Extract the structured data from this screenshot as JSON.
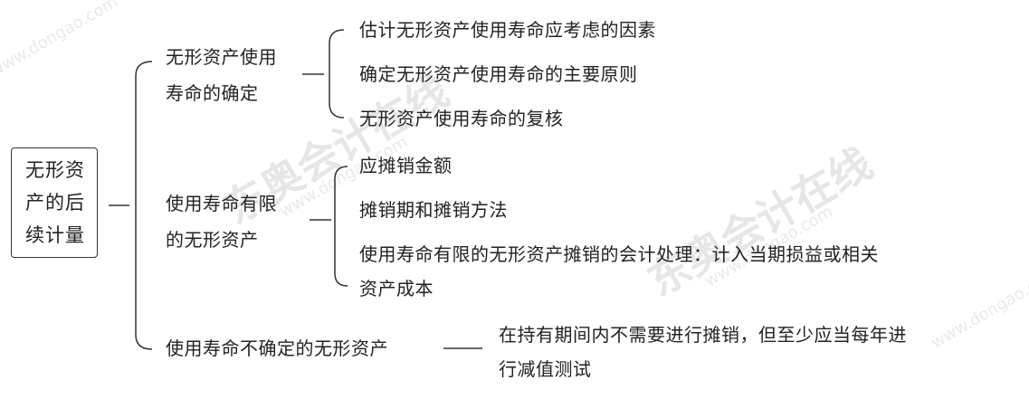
{
  "root": {
    "lines": [
      "无形资",
      "产的后",
      "续计量"
    ]
  },
  "branches": [
    {
      "label_lines": [
        "无形资产使用",
        "寿命的确定"
      ],
      "children": [
        {
          "lines": [
            "估计无形资产使用寿命应考虑的因素"
          ]
        },
        {
          "lines": [
            "确定无形资产使用寿命的主要原则"
          ]
        },
        {
          "lines": [
            "无形资产使用寿命的复核"
          ]
        }
      ]
    },
    {
      "label_lines": [
        "使用寿命有限",
        "的无形资产"
      ],
      "children": [
        {
          "lines": [
            "应摊销金额"
          ]
        },
        {
          "lines": [
            "摊销期和摊销方法"
          ]
        },
        {
          "lines": [
            "使用寿命有限的无形资产摊销的会计处理：计入当期损益或相关",
            "资产成本"
          ]
        }
      ]
    },
    {
      "label_lines": [
        "使用寿命不确定的无形资产"
      ],
      "children": [
        {
          "lines": [
            "在持有期间内不需要进行摊销，但至少应当每年进",
            "行减值测试"
          ]
        }
      ]
    }
  ],
  "watermark": {
    "brand": "东奥会计在线",
    "url": "www.dongao.com"
  }
}
